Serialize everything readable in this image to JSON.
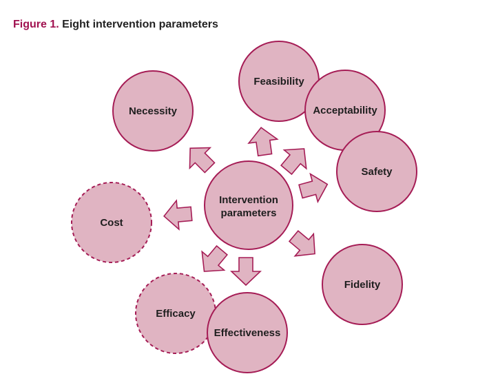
{
  "title": {
    "figure_label": "Figure 1.",
    "text": "Eight intervention parameters"
  },
  "center": {
    "line1": "Intervention",
    "line2": "parameters"
  },
  "nodes": [
    {
      "label": "Necessity",
      "dashed": false
    },
    {
      "label": "Feasibility",
      "dashed": false
    },
    {
      "label": "Acceptability",
      "dashed": false
    },
    {
      "label": "Safety",
      "dashed": false
    },
    {
      "label": "Cost",
      "dashed": true
    },
    {
      "label": "Fidelity",
      "dashed": false
    },
    {
      "label": "Efficacy",
      "dashed": true
    },
    {
      "label": "Effectiveness",
      "dashed": false
    }
  ],
  "colors": {
    "fill": "#e0b4c2",
    "stroke": "#a51c55",
    "accent": "#a0104f"
  }
}
